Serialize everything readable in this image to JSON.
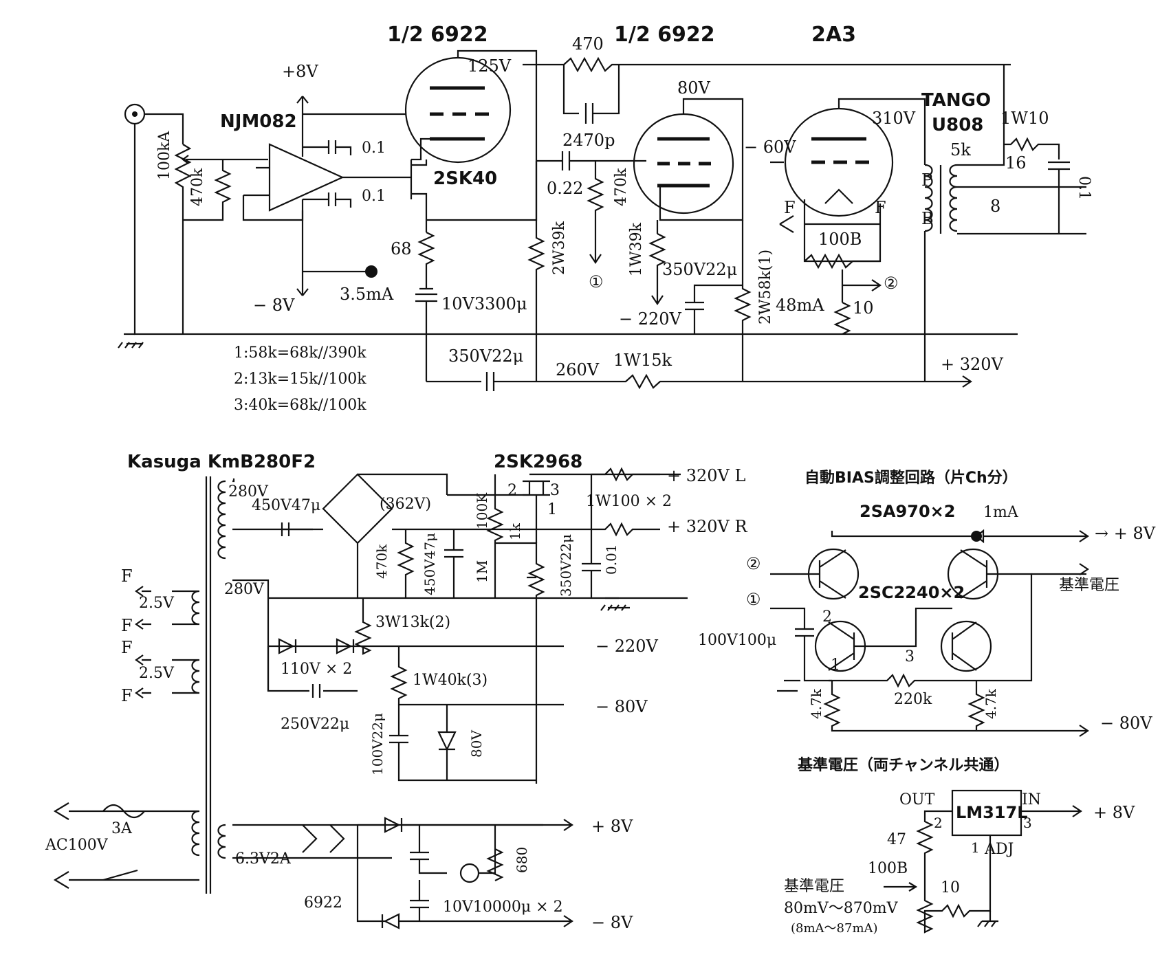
{
  "text": {
    "t_tube1": "1/2 6922",
    "t_tube2": "1/2 6922",
    "t_tube3": "2A3",
    "t_njm": "NJM082",
    "t_2sk40": "2SK40",
    "t_tango": "TANGO",
    "t_u808": "U808",
    "t_p8v": "+8V",
    "t_m8v": "− 8V",
    "t_125v": "125V",
    "t_470": "470",
    "t_2470p": "2470p",
    "t_022": "0.22",
    "t_470k_b": "470k",
    "t_80v_tube": "80V",
    "t_m60v": "− 60V",
    "t_310v": "310V",
    "t_1w10": "1W10",
    "t_16": "16",
    "t_0_1_out": "0.1",
    "t_5k": "5k",
    "t_P": "P",
    "t_B": "B",
    "t_8": "8",
    "t_100kA": "100kA",
    "t_470k_a": "470k",
    "t_c01a": "0.1",
    "t_c01b": "0.1",
    "t_68": "68",
    "t_35ma": "3.5mA",
    "t_10v3300": "10V3300μ",
    "t_2w39k": "2W39k",
    "t_c1_1": "①",
    "t_1w39k": "1W39k",
    "t_350v22a": "350V22μ",
    "t_m220v_top": "− 220V",
    "t_2w58k": "2W58k(1)",
    "t_F1": "F",
    "t_F2": "F",
    "t_100B": "100B",
    "t_c2_1": "②",
    "t_48ma": "48mA",
    "t_10r": "10",
    "t_eq1": "1:58k=68k//390k",
    "t_eq2": "2:13k=15k//100k",
    "t_eq3": "3:40k=68k//100k",
    "t_350v22b": "350V22μ",
    "t_260v": "260V",
    "t_1w15k": "1W15k",
    "t_p320": "+ 320V",
    "t_kasuga": "Kasuga KmB280F2",
    "t_2sk2968": "2SK2968",
    "t_280v_a": "280V",
    "t_450v47a": "450V47μ",
    "t_362": "(362V)",
    "t_280v_b": "280V",
    "t_470k_p": "470k",
    "t_450v47b": "450V47μ",
    "t_100K": "100K",
    "t_1M": "1M",
    "t_1k": "1k",
    "t_pin2": "2",
    "t_pin3": "3",
    "t_pin1": "1",
    "t_350v22c": "350V22μ",
    "t_001": "0.01",
    "t_p320L": "+ 320V L",
    "t_p320R": "+ 320V R",
    "t_1w100": "1W100 × 2",
    "t_hF1": "F",
    "t_hF2": "F",
    "t_hF3": "F",
    "t_hF4": "F",
    "t_25v_a": "2.5V",
    "t_25v_b": "2.5V",
    "t_3w13k": "3W13k(2)",
    "t_110v": "110V × 2",
    "t_250v22": "250V22μ",
    "t_m220v": "− 220V",
    "t_1w40k": "1W40k(3)",
    "t_100v22": "100V22μ",
    "t_80v_z": "80V",
    "t_m80v": "− 80V",
    "t_3a": "3A",
    "t_ac100": "AC100V",
    "t_63v2a": "6.3V2A",
    "t_6922": "6922",
    "t_680": "680",
    "t_10v10000": "10V10000μ × 2",
    "t_p8v_ps": "+ 8V",
    "t_m8v_ps": "− 8V",
    "t_bias_title": "自動BIAS調整回路（片Ch分）",
    "t_2sa970": "2SA970×2",
    "t_1ma": "1mA",
    "t_p8v_b": "→ + 8V",
    "t_kijun_out": "基準電圧",
    "t_2sc2240": "2SC2240×2",
    "t_c2_2": "②",
    "t_c1_2": "①",
    "t_100v100": "100V100μ",
    "t_tr2": "2",
    "t_tr1": "1",
    "t_tr3": "3",
    "t_47k_a": "4.7k",
    "t_220k": "220k",
    "t_47k_b": "4.7k",
    "t_m80v_b": "− 80V",
    "t_ref_title": "基準電圧（両チャンネル共通）",
    "t_out": "OUT",
    "t_in": "IN",
    "t_lm317": "LM317L",
    "t_p8v_c": "+ 8V",
    "t_reg2": "2",
    "t_reg3": "3",
    "t_reg1": "1",
    "t_adj": "ADJ",
    "t_47": "47",
    "t_100B_r": "100B",
    "t_kijun_in": "基準電圧",
    "t_10_r": "10",
    "t_range": "80mV～870mV",
    "t_range2": "(8mA～87mA)"
  }
}
